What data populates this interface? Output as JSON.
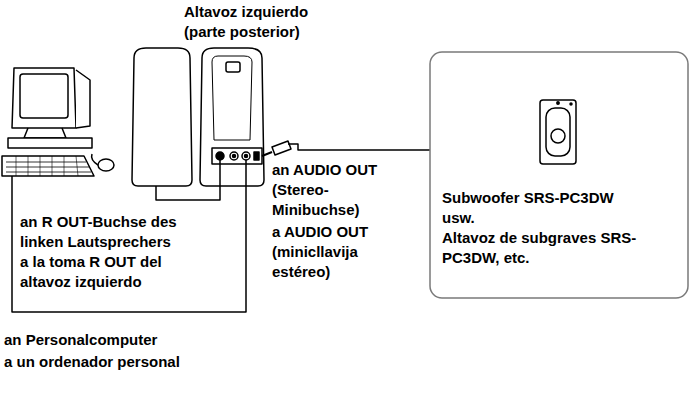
{
  "diagram": {
    "nodes": [
      {
        "text": [
          "Subwoofer SRS-PC3DW usw.",
          "Altavoz de subgraves SRS-PC3DW, etc."
        ]
      }
    ],
    "labels": [
      "Altavoz izquierdo (parte posterior)",
      "an R OUT-Buchse des linken Lautsprechers",
      "a la toma R OUT del altavoz izquierdo",
      "an AUDIO OUT (Stereo-Minibuchse)",
      "a AUDIO OUT (minicllavija estéreo)",
      "an Personalcomputer",
      "a un ordenador personal"
    ]
  }
}
